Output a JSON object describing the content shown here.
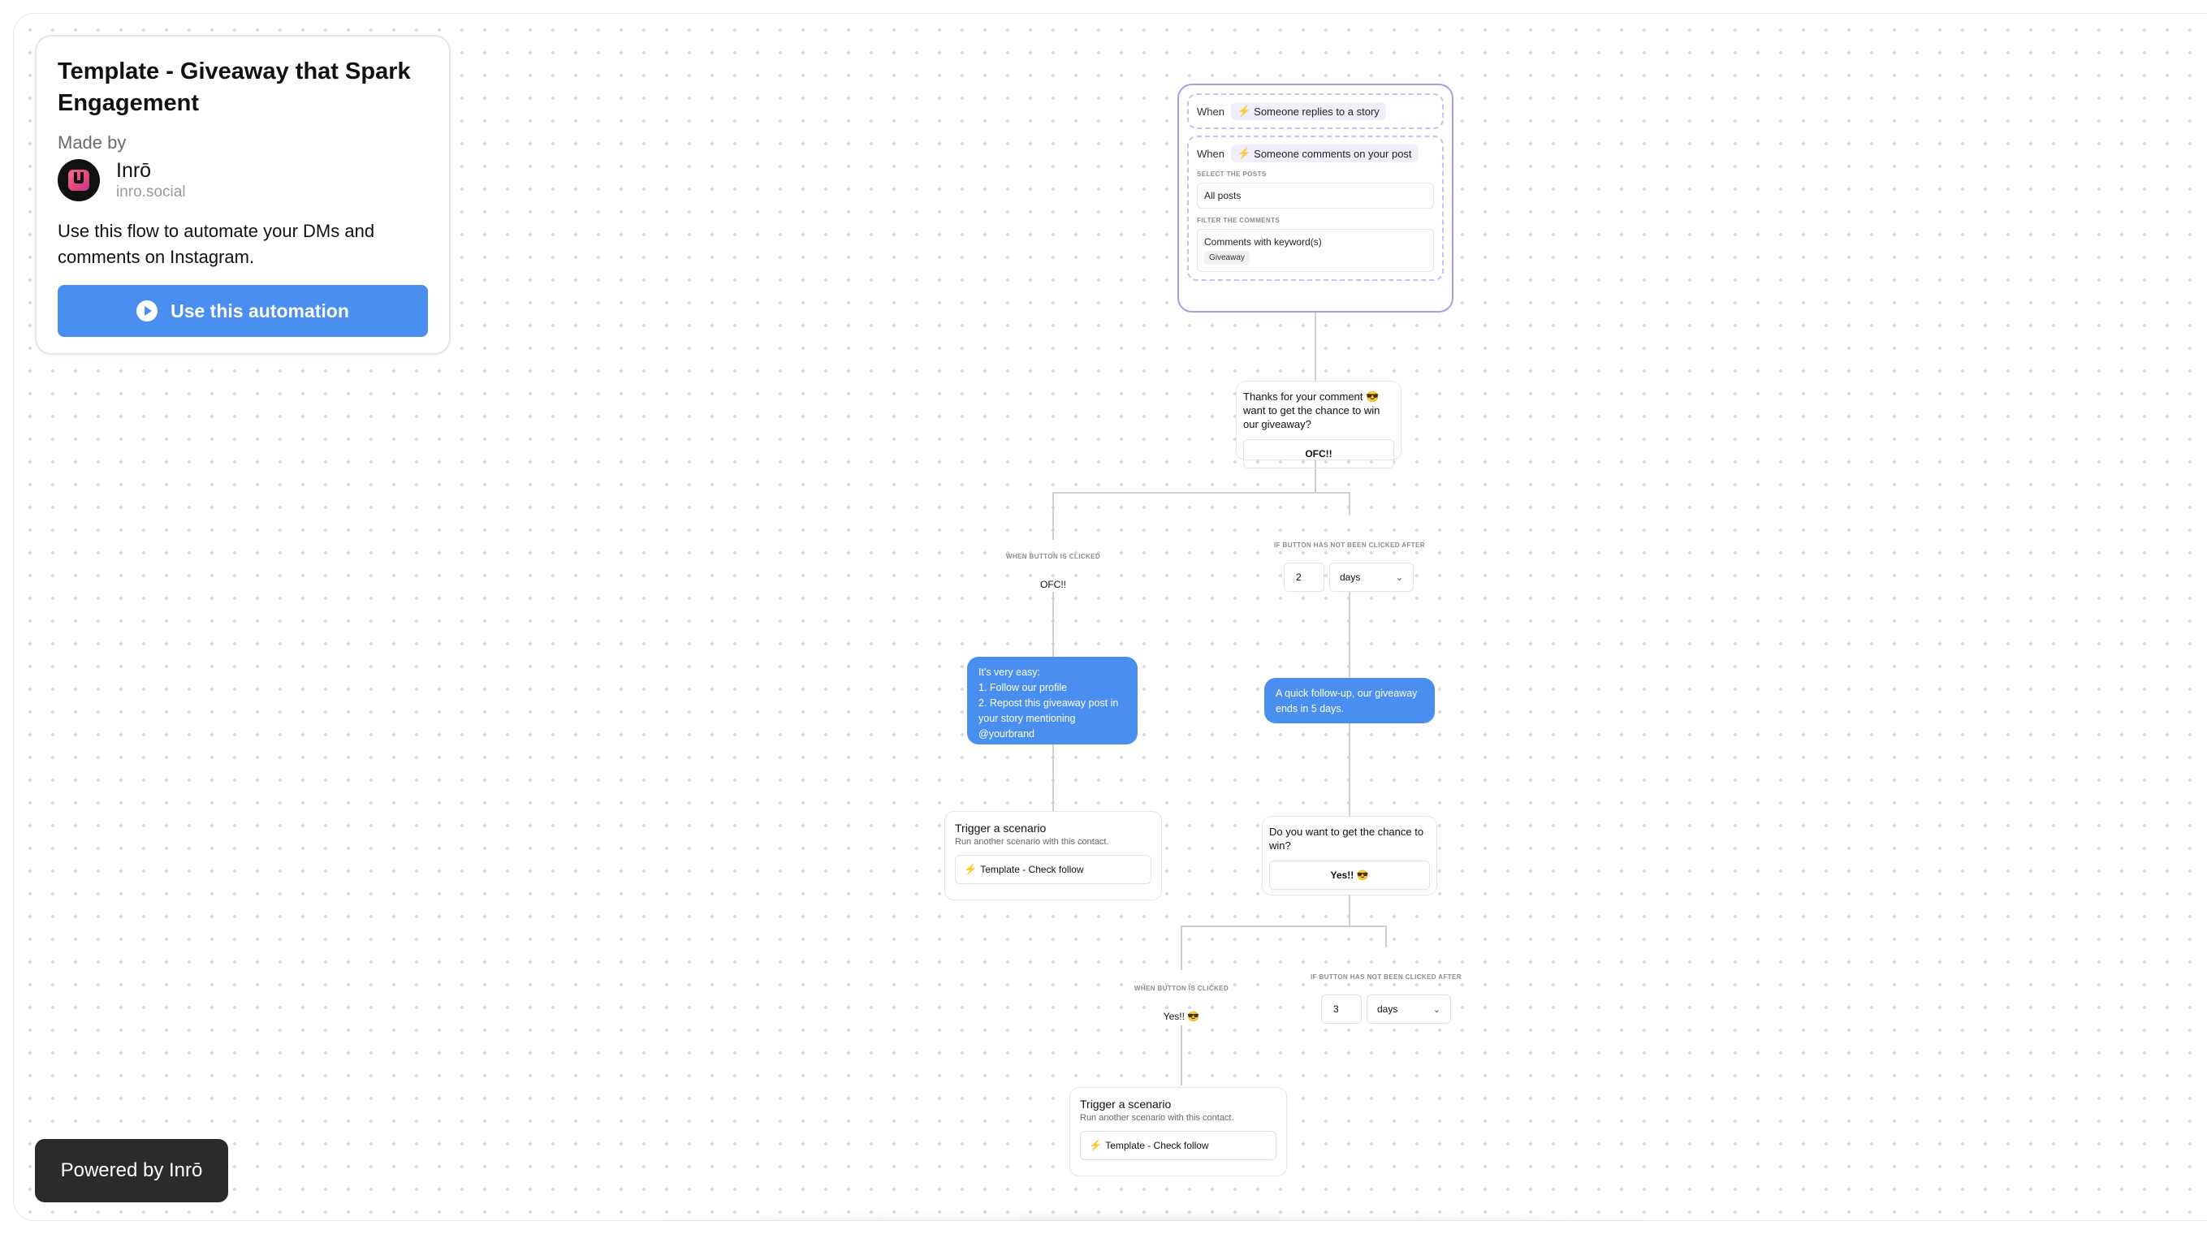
{
  "info": {
    "title": "Template - Giveaway that Spark Engagement",
    "made_by_label": "Made by",
    "author_name": "Inrō",
    "author_site": "inro.social",
    "description": "Use this flow to automate your DMs and comments on Instagram.",
    "cta_label": "Use this automation"
  },
  "powered_by": "Powered by Inrō",
  "trigger": {
    "when_label": "When",
    "story_event": "Someone replies to a story",
    "comment_event": "Someone comments on your post",
    "select_posts_label": "SELECT THE POSTS",
    "posts_value": "All posts",
    "filter_label": "FILTER THE COMMENTS",
    "filter_value": "Comments with keyword(s)",
    "keyword": "Giveaway"
  },
  "message1": {
    "text": "Thanks for your comment 😎 want to get the chance to win our giveaway?",
    "button": "OFC!!"
  },
  "branch1": {
    "clicked_label": "WHEN BUTTON IS CLICKED",
    "clicked_value": "OFC!!",
    "not_clicked_label": "IF BUTTON HAS NOT BEEN CLICKED AFTER",
    "delay_number": "2",
    "delay_unit": "days"
  },
  "bubble_easy": {
    "line1": "It's very easy:",
    "line2": "1. Follow our profile",
    "line3": "2. Repost this giveaway post in your story mentioning @yourbrand"
  },
  "bubble_followup": "A quick follow-up, our giveaway ends in 5 days.",
  "scenario1": {
    "title": "Trigger a scenario",
    "subtitle": "Run another scenario with this contact.",
    "target": "Template - Check follow"
  },
  "message2": {
    "text": "Do you want to get the chance to win?",
    "button": "Yes!! 😎"
  },
  "branch2": {
    "clicked_label": "WHEN BUTTON IS CLICKED",
    "clicked_value": "Yes!! 😎",
    "not_clicked_label": "IF BUTTON HAS NOT BEEN CLICKED AFTER",
    "delay_number": "3",
    "delay_unit": "days"
  },
  "scenario2": {
    "title": "Trigger a scenario",
    "subtitle": "Run another scenario with this contact.",
    "target": "Template - Check follow"
  },
  "colors": {
    "accent": "#4a8ff0",
    "trigger_border": "#a89ae6",
    "dark": "#2b2b2b"
  }
}
